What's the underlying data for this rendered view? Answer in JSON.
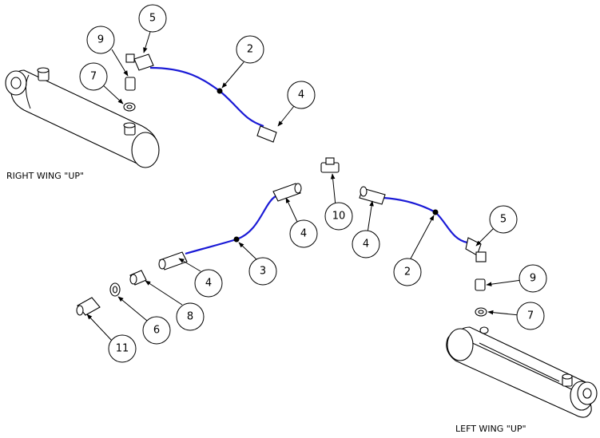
{
  "captions": {
    "right_wing": "RIGHT WING \"UP\"",
    "left_wing": "LEFT WING \"UP\""
  },
  "callouts": [
    "5",
    "9",
    "2",
    "7",
    "4",
    "10",
    "4",
    "4",
    "5",
    "3",
    "4",
    "2",
    "9",
    "8",
    "6",
    "7",
    "11"
  ],
  "colors": {
    "hose": "#1a1ad6",
    "line": "#000000"
  }
}
